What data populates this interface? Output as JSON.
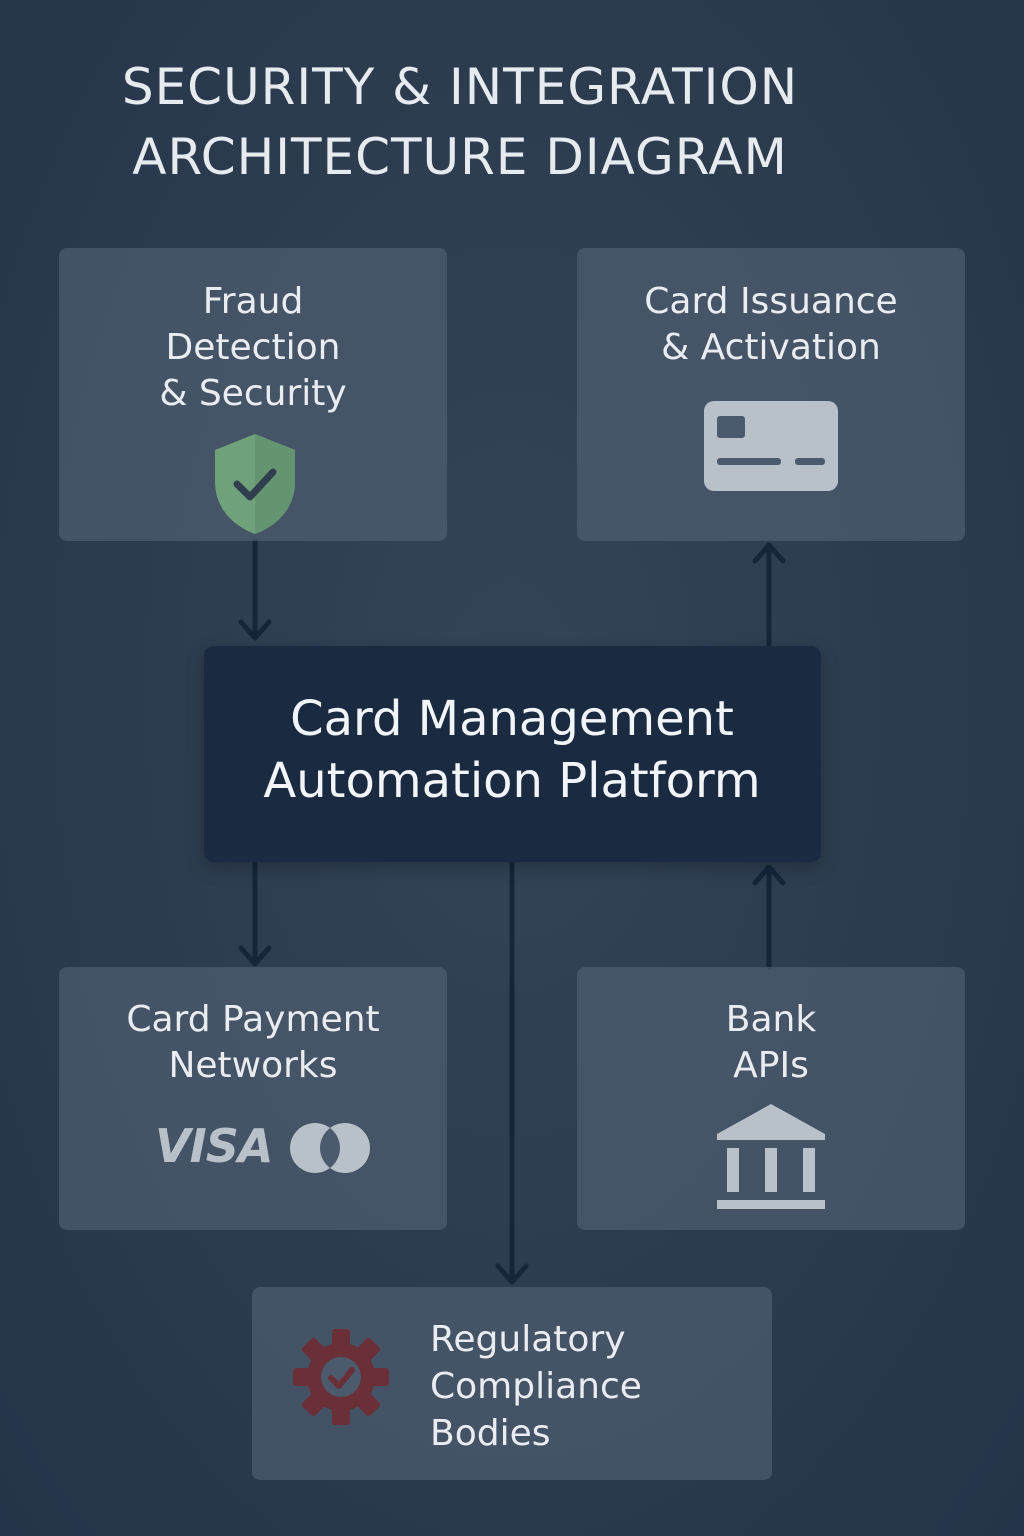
{
  "title": {
    "line1": "SECURITY & INTEGRATION",
    "line2": "ARCHITECTURE DIAGRAM"
  },
  "nodes": {
    "fraud": {
      "lines": [
        "Fraud",
        "Detection",
        "& Security"
      ],
      "icon": "shield-check-icon"
    },
    "issuance": {
      "lines": [
        "Card Issuance",
        "& Activation"
      ],
      "icon": "credit-card-icon"
    },
    "platform": {
      "lines": [
        "Card Management",
        "Automation Platform"
      ]
    },
    "payment": {
      "lines": [
        "Card Payment",
        "Networks"
      ],
      "logo_text": "VISA",
      "icon": "mastercard-icon"
    },
    "bank": {
      "lines": [
        "Bank",
        "APIs"
      ],
      "icon": "bank-building-icon"
    },
    "regulatory": {
      "lines": [
        "Regulatory",
        "Compliance",
        "Bodies"
      ],
      "icon": "gear-check-icon"
    }
  },
  "colors": {
    "background": "#2c3b4e",
    "box": "#4b5a6c",
    "center_box": "#1a2b41",
    "arrow": "#15263a",
    "shield": "#6fa27a",
    "gear": "#6b2f37",
    "icon_gray": "#b8c0c9"
  }
}
